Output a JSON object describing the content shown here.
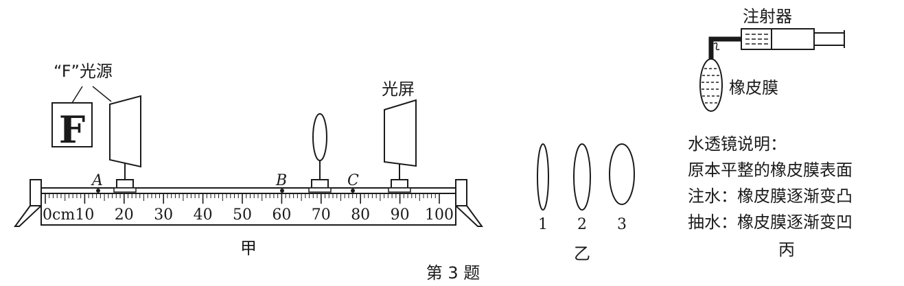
{
  "figure_a": {
    "light_source_label": "“F”光源",
    "f_symbol": "F",
    "screen_label": "光屏",
    "point_a": "A",
    "point_b": "B",
    "point_c": "C",
    "scale_unit": "cm",
    "ticks": [
      "0",
      "10",
      "20",
      "30",
      "40",
      "50",
      "60",
      "70",
      "80",
      "90",
      "100"
    ],
    "caption": "甲"
  },
  "figure_b": {
    "lens_labels": [
      "1",
      "2",
      "3"
    ],
    "caption": "乙"
  },
  "figure_c": {
    "syringe_label": "注射器",
    "membrane_label": "橡皮膜",
    "notes": [
      "水透镜说明：",
      "原本平整的橡皮膜表面",
      "注水：橡皮膜逐渐变凸",
      "抽水：橡皮膜逐渐变凹"
    ],
    "caption": "丙"
  },
  "question_caption": "第 3 题"
}
